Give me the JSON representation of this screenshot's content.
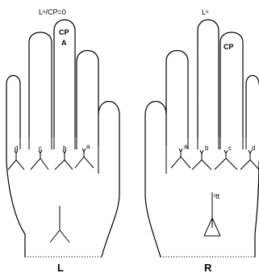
{
  "left_hand": {
    "top_label": "Lᵘ/CP=0",
    "finger_cp": "CP",
    "finger_a": "A",
    "interdigital": [
      "d",
      "c",
      "b",
      "a"
    ],
    "hand_label": "L"
  },
  "right_hand": {
    "top_label": "Lᵘ",
    "finger_cp": "CP",
    "interdigital": [
      "a",
      "b",
      "c",
      "d"
    ],
    "triradius_label": "ᵗtt",
    "hand_label": "R"
  }
}
